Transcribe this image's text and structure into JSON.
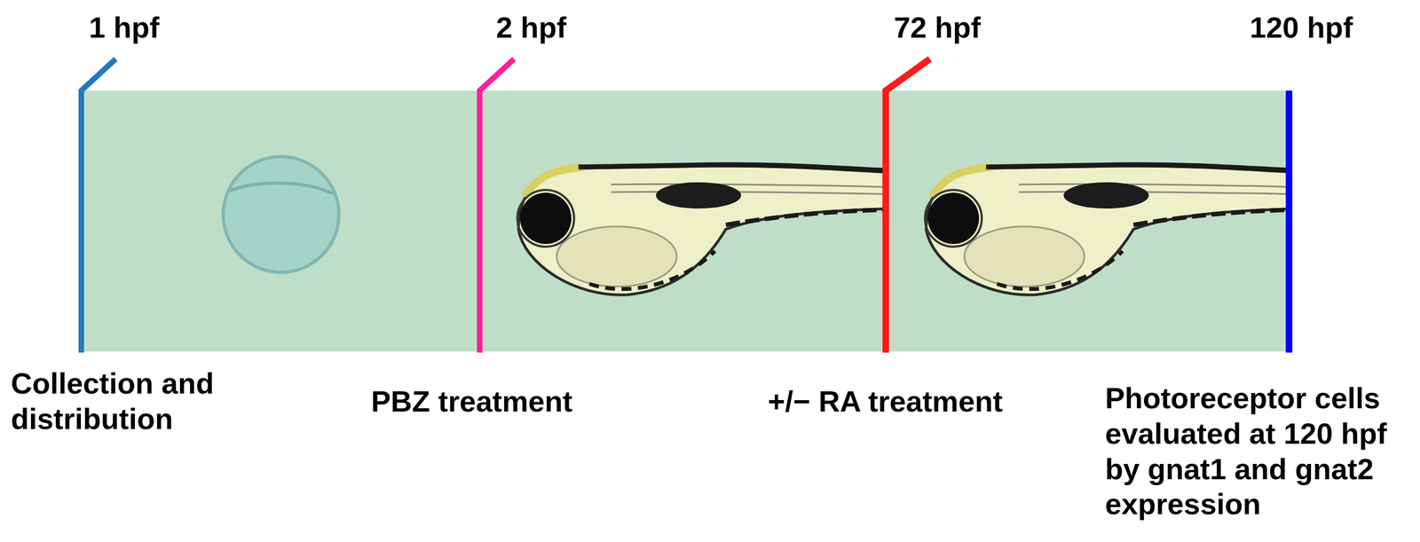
{
  "diagram": {
    "labels": [
      "1 hpf",
      "2 hpf",
      "72 hpf",
      "120 hpf",
      "Collection and distribution",
      "PBZ treatment",
      "+/− RA treatment",
      "Photoreceptor cells evaluated at 120 hpf by gnat1 and gnat2 expression"
    ]
  }
}
